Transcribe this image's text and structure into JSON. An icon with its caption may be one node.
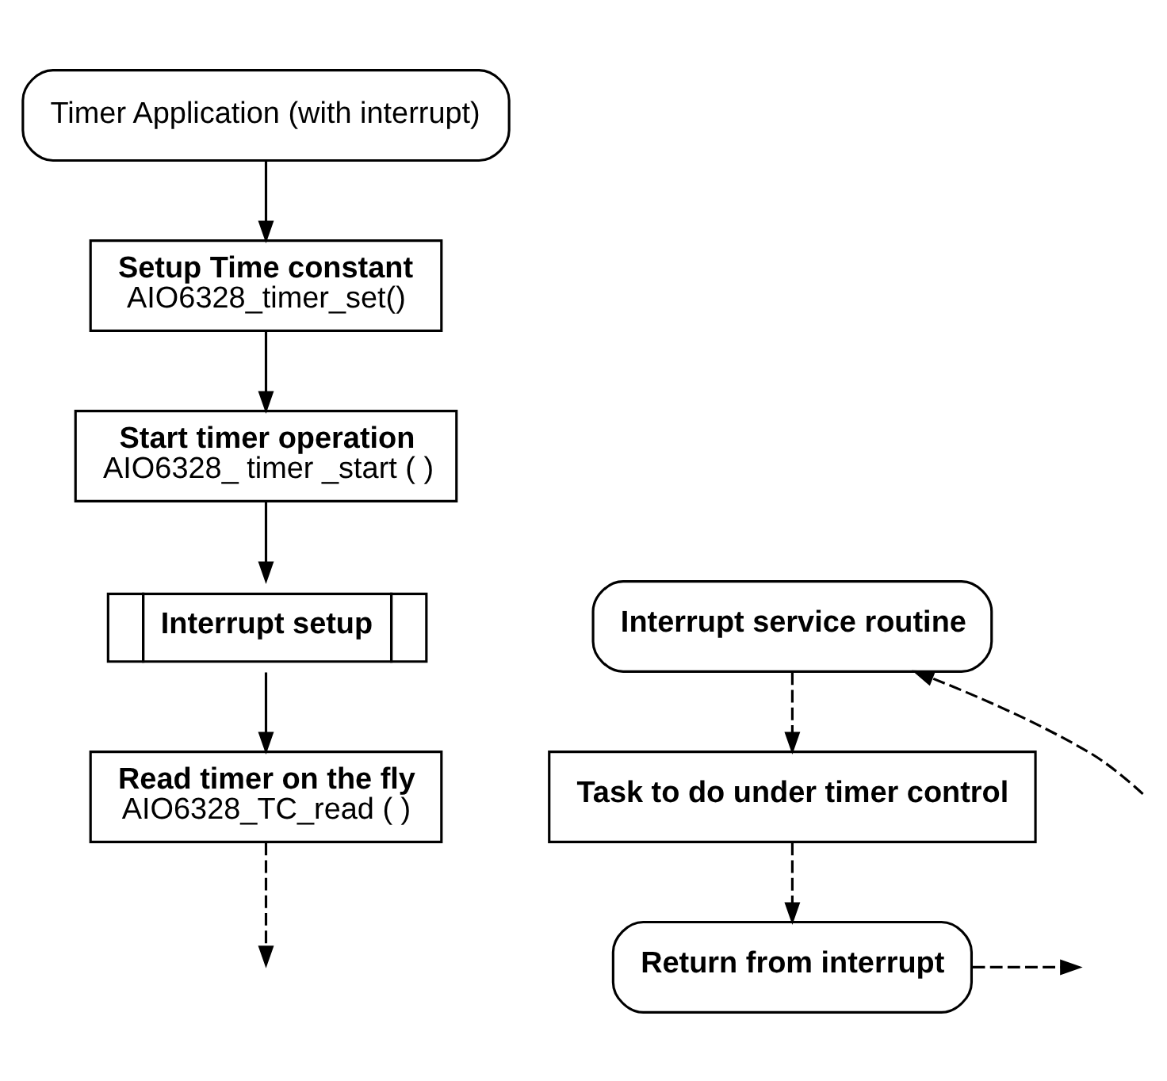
{
  "diagram": {
    "nodes": [
      {
        "text": [
          "Timer Application (with interrupt)"
        ]
      },
      {
        "text": [
          "Setup Time constant",
          "AIO6328_timer_set()"
        ]
      },
      {
        "text": [
          "Start timer operation",
          "AIO6328_ timer _start ( )"
        ]
      },
      {
        "text": [
          "Interrupt setup"
        ]
      },
      {
        "text": [
          "Read timer on the fly",
          "AIO6328_TC_read ( )"
        ]
      },
      {
        "text": [
          "Interrupt service routine"
        ]
      },
      {
        "text": [
          "Task to do under timer control"
        ]
      },
      {
        "text": [
          "Return from interrupt"
        ]
      }
    ],
    "edges": [
      {
        "from": 0,
        "to": 1,
        "arrow": "to"
      },
      {
        "from": 1,
        "to": 2,
        "arrow": "to"
      },
      {
        "from": 2,
        "to": 3,
        "arrow": "to"
      },
      {
        "from": 3,
        "to": 4,
        "arrow": "to"
      },
      {
        "from": 4,
        "to": null,
        "arrow": "to",
        "style": "dashed"
      },
      {
        "from": null,
        "to": 5,
        "arrow": "to",
        "style": "dashed"
      },
      {
        "from": 5,
        "to": 6,
        "arrow": "to",
        "style": "dashed"
      },
      {
        "from": 6,
        "to": 7,
        "arrow": "to",
        "style": "dashed"
      },
      {
        "from": 7,
        "to": null,
        "arrow": "to",
        "style": "dashed"
      }
    ]
  }
}
